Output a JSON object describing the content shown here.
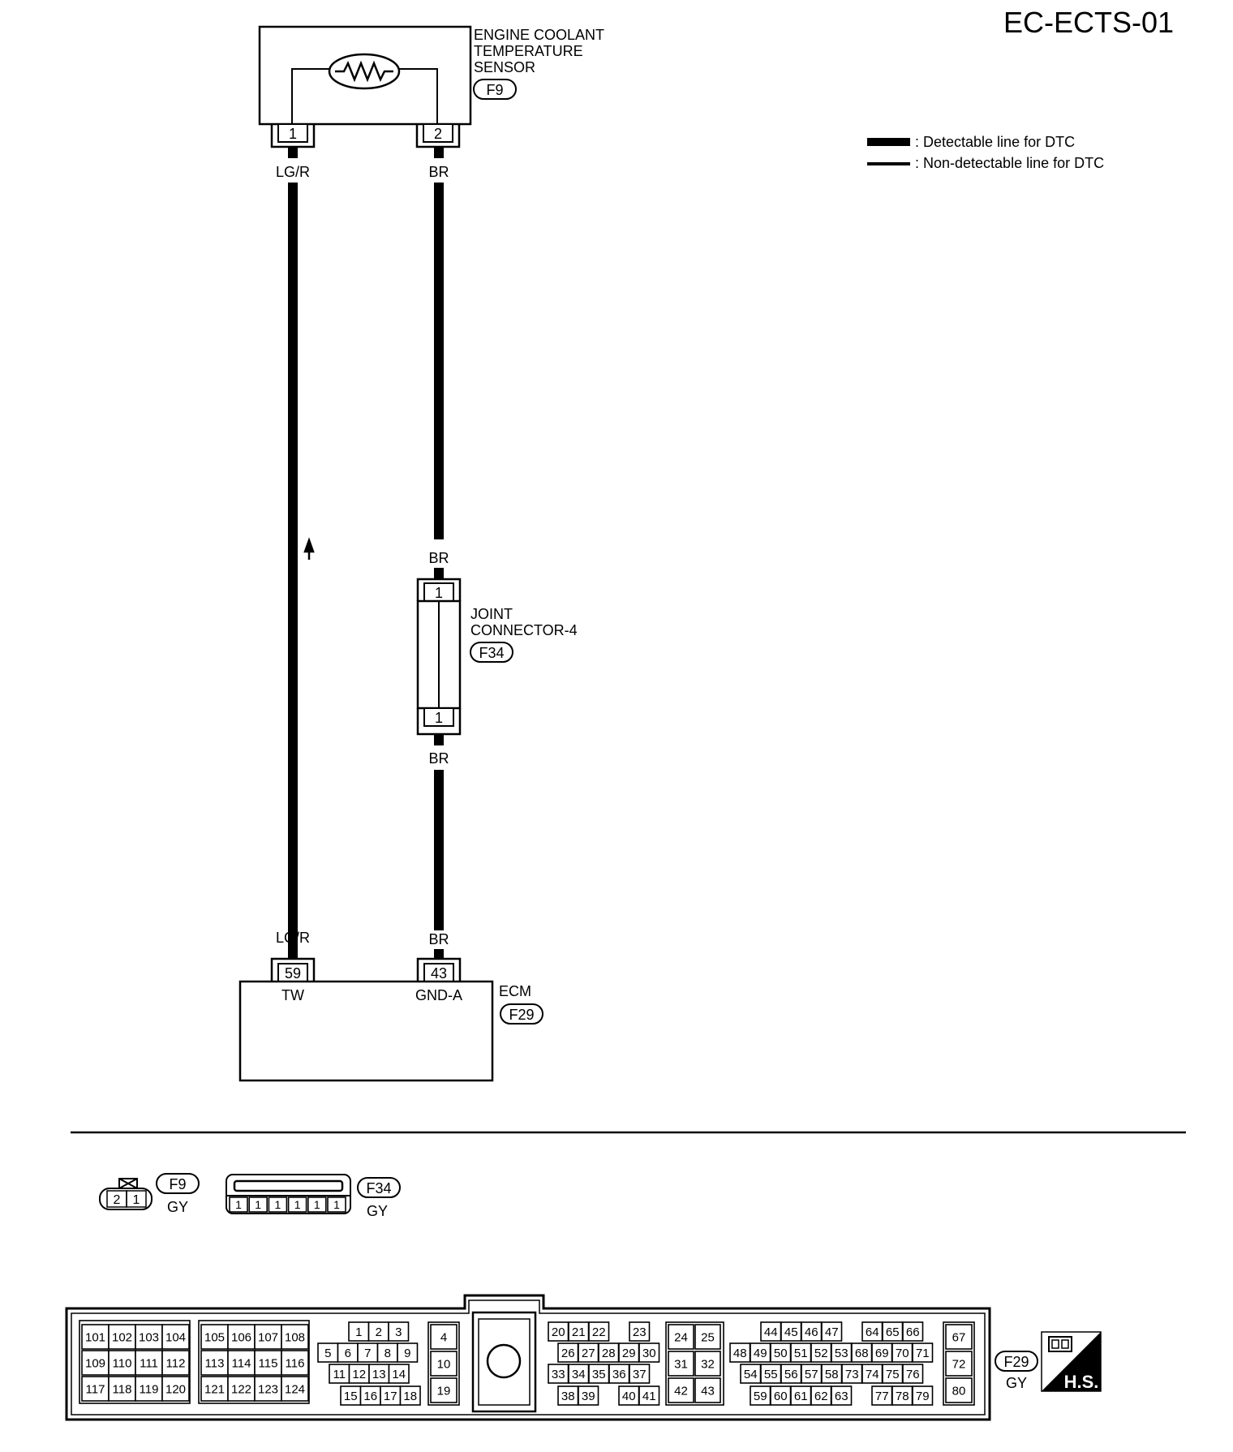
{
  "diagram_id": "EC-ECTS-01",
  "legend": {
    "detectable": ": Detectable line for DTC",
    "non_detectable": ": Non-detectable line for DTC"
  },
  "sensor": {
    "label_line1": "ENGINE COOLANT",
    "label_line2": "TEMPERATURE",
    "label_line3": "SENSOR",
    "connector": "F9",
    "pin_left": "1",
    "pin_right": "2"
  },
  "wires": {
    "left_color": "LG/R",
    "right_color": "BR"
  },
  "joint": {
    "label_line1": "JOINT",
    "label_line2": "CONNECTOR-4",
    "connector": "F34",
    "pin_top": "1",
    "pin_bottom": "1"
  },
  "ecm": {
    "label": "ECM",
    "connector": "F29",
    "pin_left": "59",
    "pin_right": "43",
    "term_left": "TW",
    "term_right": "GND-A"
  },
  "connector_views": {
    "f9": {
      "id": "F9",
      "color": "GY",
      "pins": [
        "2",
        "1"
      ]
    },
    "f34": {
      "id": "F34",
      "color": "GY",
      "pins": [
        "1",
        "1",
        "1",
        "1",
        "1",
        "1"
      ]
    },
    "f29": {
      "id": "F29",
      "color": "GY",
      "g1": [
        [
          "101",
          "102",
          "103",
          "104"
        ],
        [
          "109",
          "110",
          "111",
          "112"
        ],
        [
          "117",
          "118",
          "119",
          "120"
        ]
      ],
      "g2": [
        [
          "105",
          "106",
          "107",
          "108"
        ],
        [
          "113",
          "114",
          "115",
          "116"
        ],
        [
          "121",
          "122",
          "123",
          "124"
        ]
      ],
      "g3": [
        [
          "1",
          "2",
          "3"
        ],
        [
          "5",
          "6",
          "7",
          "8",
          "9"
        ],
        [
          "11",
          "12",
          "13",
          "14"
        ],
        [
          "15",
          "16",
          "17",
          "18"
        ]
      ],
      "g4": [
        "4",
        "10",
        "19"
      ],
      "g5": [
        [
          "20",
          "21",
          "22",
          "23"
        ],
        [
          "26",
          "27",
          "28",
          "29",
          "30"
        ],
        [
          "33",
          "34",
          "35",
          "36",
          "37"
        ],
        [
          "38",
          "39",
          "40",
          "41"
        ]
      ],
      "g6": [
        [
          "24",
          "25"
        ],
        [
          "31",
          "32"
        ],
        [
          "42",
          "43"
        ]
      ],
      "g7": [
        [
          "44",
          "45",
          "46",
          "47",
          "64",
          "65",
          "66"
        ],
        [
          "48",
          "49",
          "50",
          "51",
          "52",
          "53",
          "68",
          "69",
          "70",
          "71"
        ],
        [
          "54",
          "55",
          "56",
          "57",
          "58",
          "73",
          "74",
          "75",
          "76"
        ],
        [
          "59",
          "60",
          "61",
          "62",
          "63",
          "77",
          "78",
          "79"
        ]
      ],
      "g8": [
        "67",
        "72",
        "80"
      ]
    },
    "hs_label": "H.S."
  }
}
